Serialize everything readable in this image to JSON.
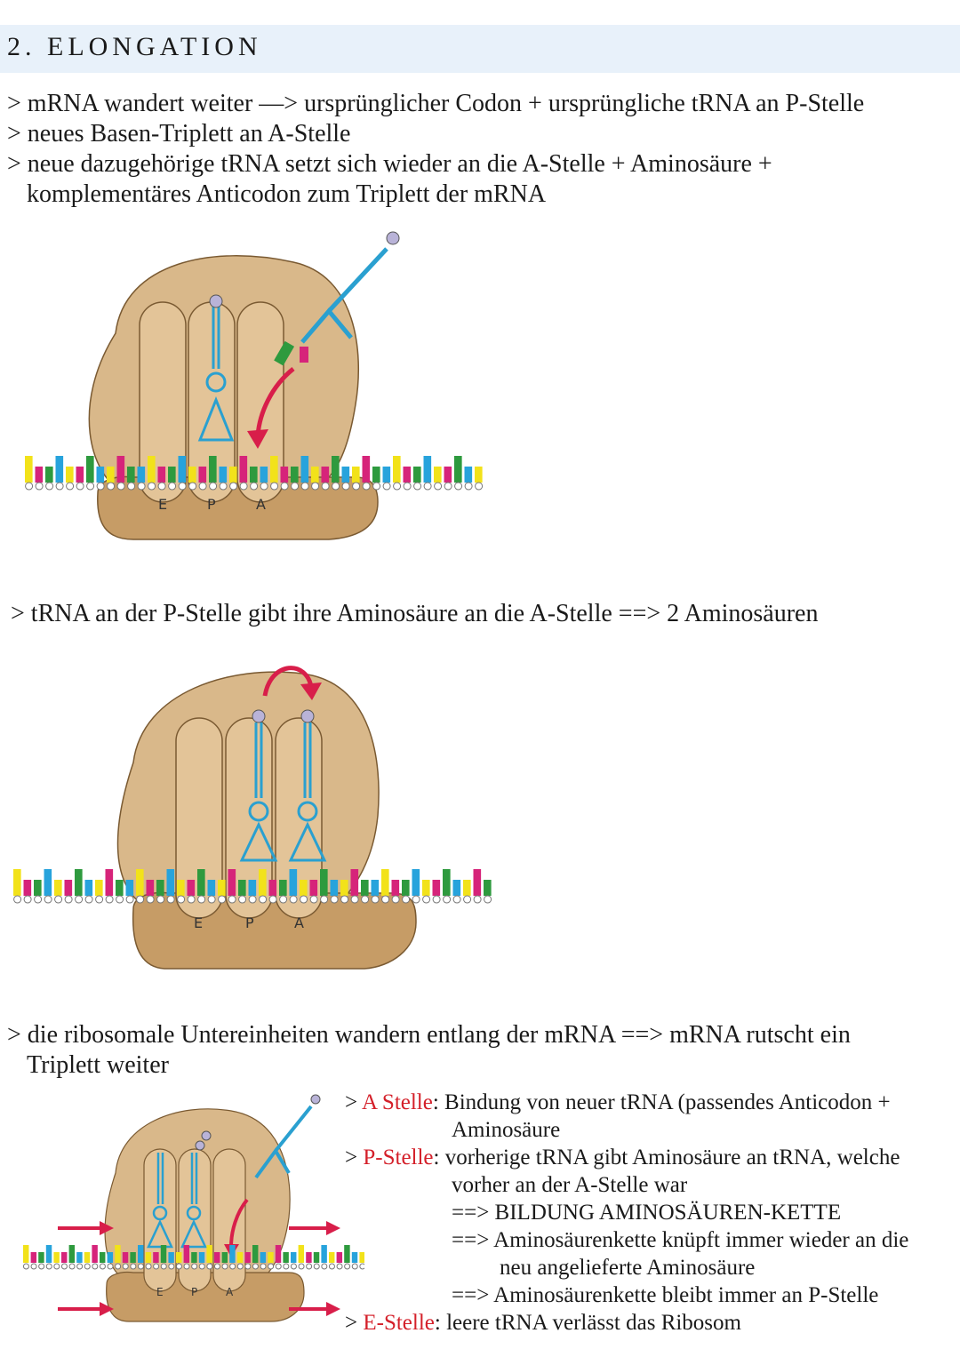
{
  "section_title": "2. ELONGATION",
  "intro_bullets": [
    "> mRNA wandert weiter —> ursprünglicher Codon + ursprüngliche tRNA an P-Stelle",
    "> neues Basen-Triplett an A-Stelle",
    "> neue dazugehörige tRNA setzt sich wieder an die A-Stelle + Aminosäure +",
    "komplementäres Anticodon zum Triplett der mRNA"
  ],
  "step2_text": "> tRNA an der P-Stelle gibt ihre Aminosäure an die A-Stelle ==> 2 Aminosäuren",
  "step3_text": [
    "> die ribosomale Untereinheiten wandern entlang der mRNA ==> mRNA rutscht ein",
    "Triplett weiter"
  ],
  "site_labels": {
    "e": "E",
    "p": "P",
    "a": "A"
  },
  "summary": {
    "a_prefix": "> ",
    "a_label": "A Stelle",
    "a_text_1": ": Bindung von neuer tRNA (passendes Anticodon +",
    "a_text_2": "Aminosäure",
    "p_prefix": "> ",
    "p_label": "P-Stelle",
    "p_text_1": ": vorherige tRNA gibt Aminosäure an tRNA, welche",
    "p_text_2": "vorher an der A-Stelle war",
    "p_text_3": "==> BILDUNG AMINOSÄUREN-KETTE",
    "p_text_4": "==> Aminosäurenkette knüpft immer wieder an die",
    "p_text_5": "neu angelieferte Aminosäure",
    "p_text_6": "==> Aminosäurenkette bleibt immer an P-Stelle",
    "e_prefix": "> ",
    "e_label": "E-Stelle",
    "e_text": ": leere tRNA verlässt das Ribosom"
  },
  "colors": {
    "ribosome": "#d9b88a",
    "ribosome_dark": "#b98f5c",
    "trna": "#2aa0d0",
    "base_blue": "#27a3dc",
    "base_green": "#2e9a3e",
    "base_magenta": "#d6247a",
    "base_yellow": "#f2e21a",
    "arrow_red": "#d81e4a",
    "amino": "#b9b3d8"
  }
}
